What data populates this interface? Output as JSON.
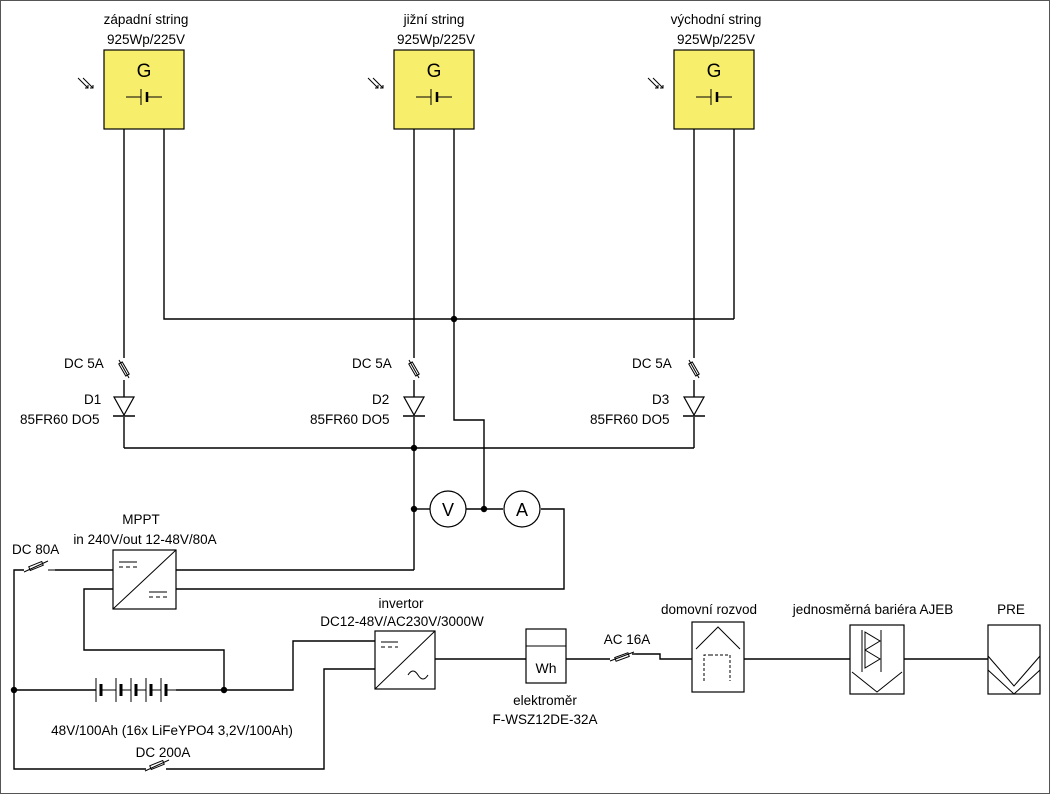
{
  "colors": {
    "panel_fill": "#f7ee6b",
    "line": "#000000",
    "background": "#ffffff"
  },
  "panels": [
    {
      "name": "západní string",
      "rating": "925Wp/225V",
      "symbol": "G"
    },
    {
      "name": "jižní string",
      "rating": "925Wp/225V",
      "symbol": "G"
    },
    {
      "name": "východní string",
      "rating": "925Wp/225V",
      "symbol": "G"
    }
  ],
  "fuses": {
    "dc5a": "DC 5A",
    "dc80a": "DC 80A",
    "dc200a": "DC 200A",
    "ac16a": "AC 16A"
  },
  "diodes": [
    {
      "id": "D1",
      "type": "85FR60 DO5"
    },
    {
      "id": "D2",
      "type": "85FR60 DO5"
    },
    {
      "id": "D3",
      "type": "85FR60 DO5"
    }
  ],
  "meters": {
    "voltmeter": "V",
    "ammeter": "A"
  },
  "mppt": {
    "title": "MPPT",
    "spec": "in 240V/out 12-48V/80A"
  },
  "battery": {
    "label": "48V/100Ah (16x LiFeYPO4 3,2V/100Ah)"
  },
  "inverter": {
    "title": "invertor",
    "spec": "DC12-48V/AC230V/3000W"
  },
  "meter": {
    "symbol": "Wh",
    "title": "elektroměr",
    "model": "F-WSZ12DE-32A"
  },
  "distribution": {
    "label": "domovní rozvod"
  },
  "barrier": {
    "label": "jednosměrná bariéra AJEB"
  },
  "grid": {
    "label": "PRE"
  }
}
